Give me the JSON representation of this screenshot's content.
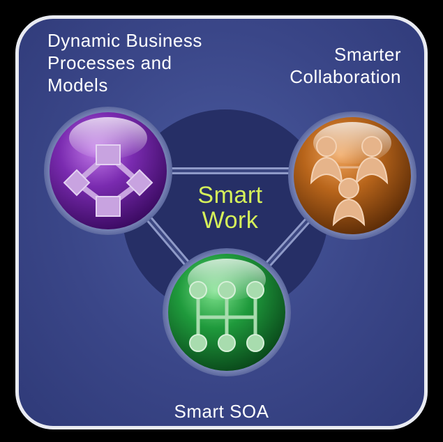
{
  "center_title": "Smart Work",
  "nodes": [
    {
      "id": "processes",
      "label": "Dynamic Business Processes and Models",
      "lines": [
        "Dynamic Business",
        "Processes and",
        "Models"
      ],
      "color": "#7a2bb0",
      "icon": "process-flow-icon"
    },
    {
      "id": "collaboration",
      "label": "Smarter Collaboration",
      "lines": [
        "Smarter",
        "Collaboration"
      ],
      "color": "#b8651b",
      "icon": "people-icon"
    },
    {
      "id": "soa",
      "label": "Smart SOA",
      "lines": [
        "Smart SOA"
      ],
      "color": "#1f9a3c",
      "icon": "service-network-icon"
    }
  ],
  "colors": {
    "background": "#3a4688",
    "border": "#e9ebf2",
    "center_text": "#d6f25a",
    "hub": "#262f66"
  }
}
